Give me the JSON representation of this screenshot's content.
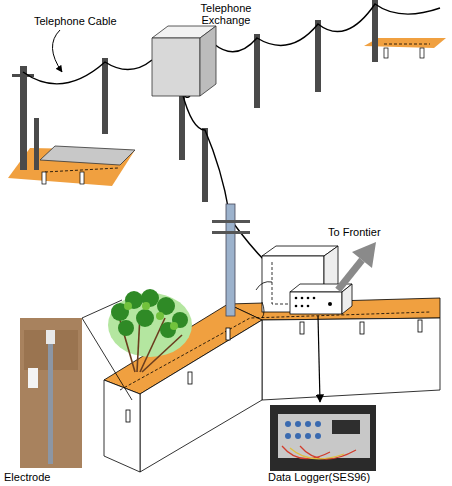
{
  "diagram": {
    "nodes": [
      {
        "text": [
          "Telephone Exchange"
        ]
      },
      {
        "text": [
          "Electrode"
        ]
      },
      {
        "text": [
          "Data Logger(SES96)"
        ]
      }
    ],
    "labels": [
      "Telephone Cable",
      "To Frontier"
    ]
  }
}
